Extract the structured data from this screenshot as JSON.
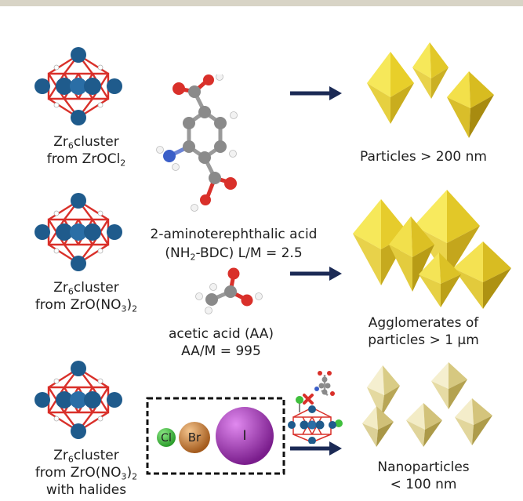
{
  "rows": [
    {
      "cluster_label": {
        "prefix": "Zr",
        "sub": "6",
        "suffix": "cluster"
      },
      "source_label": {
        "text": "from ZrOCl",
        "sub": "2",
        "after": ""
      },
      "result_label": {
        "line1": "Particles > 200 nm",
        "line2": ""
      }
    },
    {
      "cluster_label": {
        "prefix": "Zr",
        "sub": "6",
        "suffix": "cluster"
      },
      "source_label": {
        "text": "from ZrO(NO",
        "sub": "3",
        "after": ")"
      },
      "source_sub2": "2",
      "result_label": {
        "line1": "Agglomerates of",
        "line2": "particles > 1 μm"
      }
    },
    {
      "cluster_label": {
        "prefix": "Zr",
        "sub": "6",
        "suffix": "cluster"
      },
      "source_label": {
        "text": "from ZrO(NO",
        "sub": "3",
        "after": ")"
      },
      "source_sub2": "2",
      "extra_line": "with halides",
      "result_label": {
        "line1": "Nanoparticles",
        "line2": "< 100 nm"
      }
    }
  ],
  "linker": {
    "line1": "2-aminoterephthalic acid",
    "line2_pre": "(NH",
    "line2_sub": "2",
    "line2_post": "-BDC) L/M = 2.5"
  },
  "modulator": {
    "line1": "acetic acid (AA)",
    "line2": "AA/M = 995"
  },
  "halides": [
    "Cl",
    "Br",
    "I"
  ],
  "colors": {
    "zr": "#1f5b8c",
    "oxygen": "#d9302a",
    "arrow": "#1b2a55",
    "crystal": "#f2de3a",
    "crystal_pale": "#ece6c0",
    "cl": "#3fbf3c",
    "br": "#c9752e",
    "i": "#9a2fae",
    "carbon": "#8a8a8a",
    "nitrogen": "#3a5ec8"
  }
}
